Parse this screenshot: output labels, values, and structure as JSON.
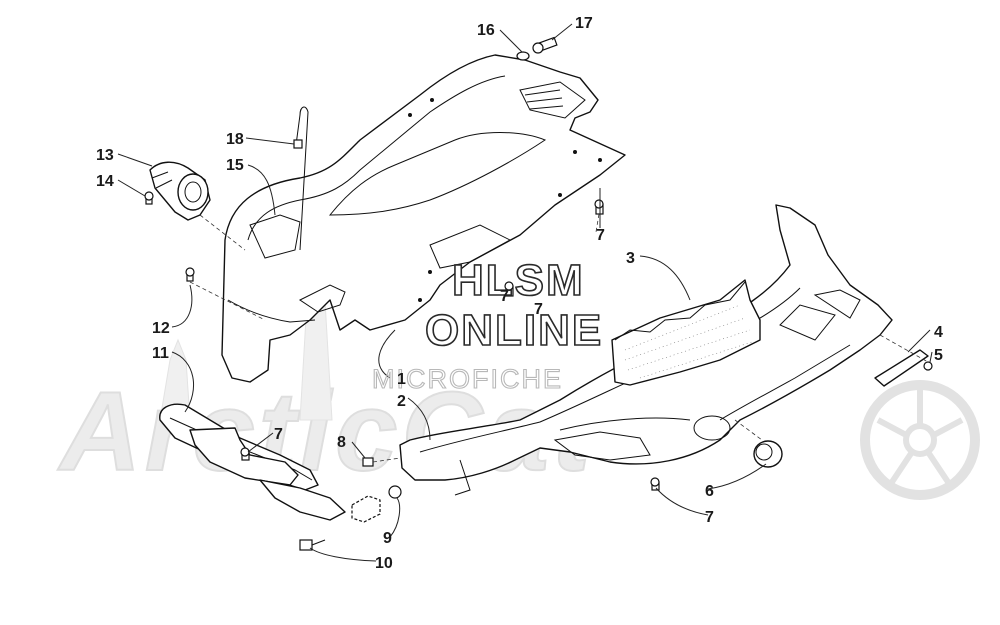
{
  "watermark": {
    "line1": "HLSM",
    "line2": "ONLINE",
    "line3": "MICROFICHE",
    "brand": "ArcticCat"
  },
  "callouts": [
    "1",
    "2",
    "3",
    "4",
    "5",
    "6",
    "7",
    "7",
    "7",
    "7",
    "7",
    "8",
    "9",
    "10",
    "11",
    "12",
    "13",
    "14",
    "15",
    "16",
    "17",
    "18"
  ],
  "colors": {
    "line": "#111111",
    "watermark": "#e0e0e0",
    "background": "#ffffff"
  }
}
